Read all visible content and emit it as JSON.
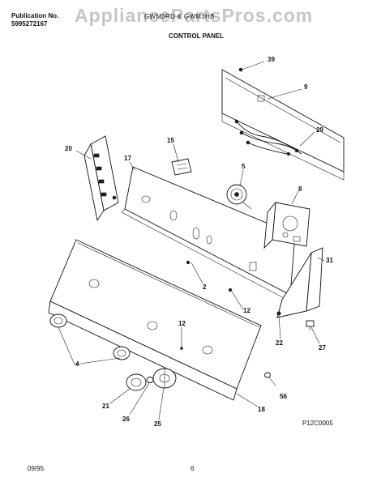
{
  "header": {
    "publication_label": "Publication No.",
    "publication_number": "5995272167",
    "model_line": "GWM3RD & GWM3HB",
    "section_title": "CONTROL PANEL"
  },
  "watermark": "AppliancePartsPros.com",
  "callouts": {
    "c39": "39",
    "c9": "9",
    "c29": "29",
    "c20": "20",
    "c15": "15",
    "c17": "17",
    "c5": "5",
    "c8": "8",
    "c31": "31",
    "c2": "2",
    "c12a": "12",
    "c22": "22",
    "c27": "27",
    "c12b": "12",
    "c4": "4",
    "c21": "21",
    "c26": "26",
    "c25": "25",
    "c18": "18",
    "c56": "56"
  },
  "footer": {
    "date": "09/95",
    "page": "6",
    "drawing_code": "P12C0005"
  }
}
